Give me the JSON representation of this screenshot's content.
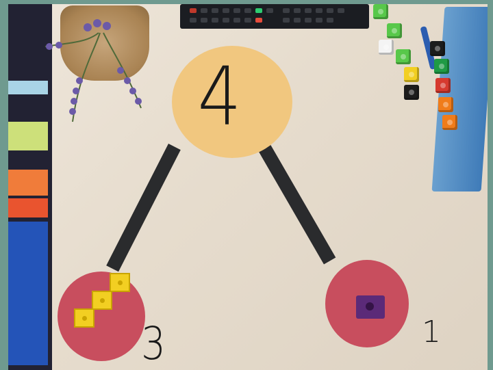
{
  "scene": {
    "description_hidden": "",
    "numbers": {
      "whole": "4",
      "part_left": "3",
      "part_right": "1"
    },
    "colors": {
      "desk": "#e9e0d3",
      "top_circle": "#f1c77f",
      "part_circles": "#c84e5e",
      "connector_strips": "#2a2b2d",
      "left_cubes": "#f2cf22",
      "right_cube": "#5b2a78",
      "border": "#6f9a8f"
    },
    "counters": {
      "left_cube_count": 3,
      "right_cube_count": 1
    }
  }
}
